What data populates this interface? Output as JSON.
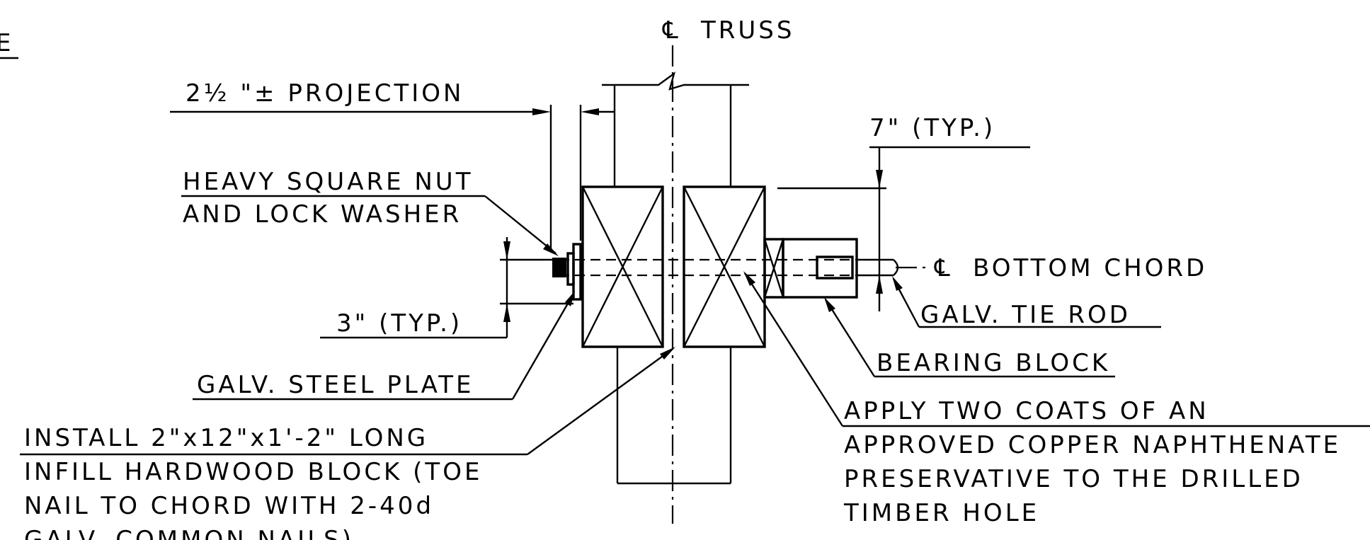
{
  "labels": {
    "partial_left": "E",
    "cl_truss": "TRUSS",
    "projection": "2½ \"± PROJECTION",
    "seven_typ": "7\" (TYP.)",
    "nut_line1": "HEAVY SQUARE NUT",
    "nut_line2": "AND LOCK WASHER",
    "cl_bottom_chord": "BOTTOM CHORD",
    "tie_rod": "GALV. TIE ROD",
    "three_typ": "3\" (TYP.)",
    "bearing_block": "BEARING BLOCK",
    "steel_plate": "GALV. STEEL PLATE",
    "install_line1": "INSTALL 2\"x12\"x1'-2\" LONG",
    "install_line2": "INFILL HARDWOOD BLOCK (TOE",
    "install_line3": "NAIL TO CHORD WITH 2-40d",
    "install_line4": "GALV. COMMON NAILS)",
    "apply_line1": "APPLY TWO COATS OF AN",
    "apply_line2": "APPROVED COPPER NAPHTHENATE",
    "apply_line3": "PRESERVATIVE TO THE DRILLED",
    "apply_line4": "TIMBER HOLE"
  },
  "centerline_symbol": "℄"
}
